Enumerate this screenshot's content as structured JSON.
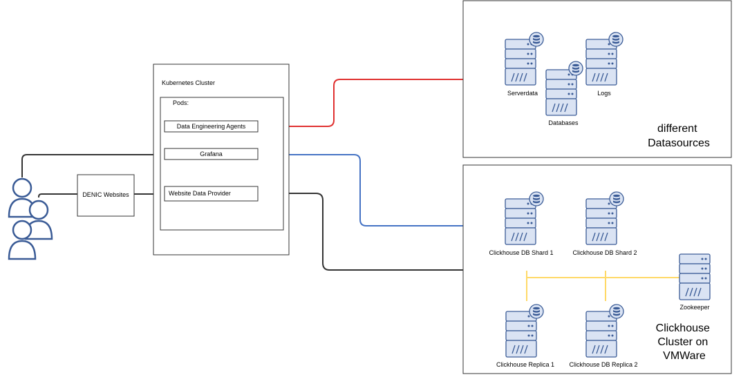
{
  "kubernetes": {
    "title": "Kubernetes Cluster",
    "pods_label": "Pods:",
    "pods": [
      "Data Engineering Agents",
      "Grafana",
      "Website Data Provider"
    ]
  },
  "websites": {
    "label": "DENIC Websites"
  },
  "datasources": {
    "servers": [
      "Serverdata",
      "Databases",
      "Logs"
    ],
    "caption_line1": "different",
    "caption_line2": "Datasources"
  },
  "clickhouse": {
    "servers": [
      "Clickhouse DB Shard 1",
      "Clickhouse DB Shard 2",
      "Zookeeper",
      "Clickhouse Replica 1",
      "Clickhouse DB Replica 2"
    ],
    "caption_line1": "Clickhouse",
    "caption_line2": "Cluster on",
    "caption_line3": "VMWare"
  },
  "colors": {
    "server_fill": "#dae3f3",
    "server_stroke": "#3a5b96",
    "red_line": "#e0302f",
    "blue_line": "#4472c4",
    "dark_line": "#333333",
    "yellow_line": "#ffd966"
  },
  "icons": [
    "user-icon",
    "server-icon",
    "database-icon"
  ]
}
